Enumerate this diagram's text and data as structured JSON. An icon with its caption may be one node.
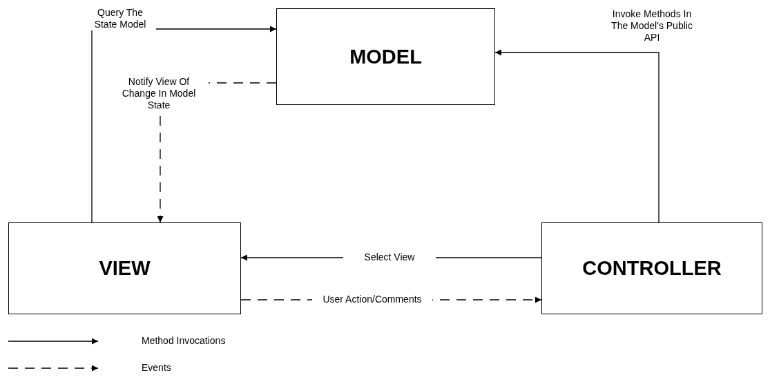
{
  "diagram": {
    "nodes": [
      {
        "text": [
          "MODEL"
        ]
      },
      {
        "text": [
          "VIEW"
        ]
      },
      {
        "text": [
          "CONTROLLER"
        ]
      }
    ],
    "edges": [
      {
        "from": 1,
        "to": 0,
        "arrow": "to",
        "label": "Query The State Model"
      },
      {
        "from": 0,
        "to": 1,
        "arrow": "to",
        "label": "Notify View Of Change In Model State",
        "style": "dashed"
      },
      {
        "from": 2,
        "to": 0,
        "arrow": "to",
        "label": "Invoke Methods In The Model's Public API"
      },
      {
        "from": 2,
        "to": 1,
        "arrow": "to",
        "label": "Select View"
      },
      {
        "from": 1,
        "to": 2,
        "arrow": "to",
        "label": "User Action/Comments",
        "style": "dashed"
      }
    ],
    "legend": [
      {
        "text": "Method Invocations"
      },
      {
        "text": "Events"
      }
    ]
  }
}
